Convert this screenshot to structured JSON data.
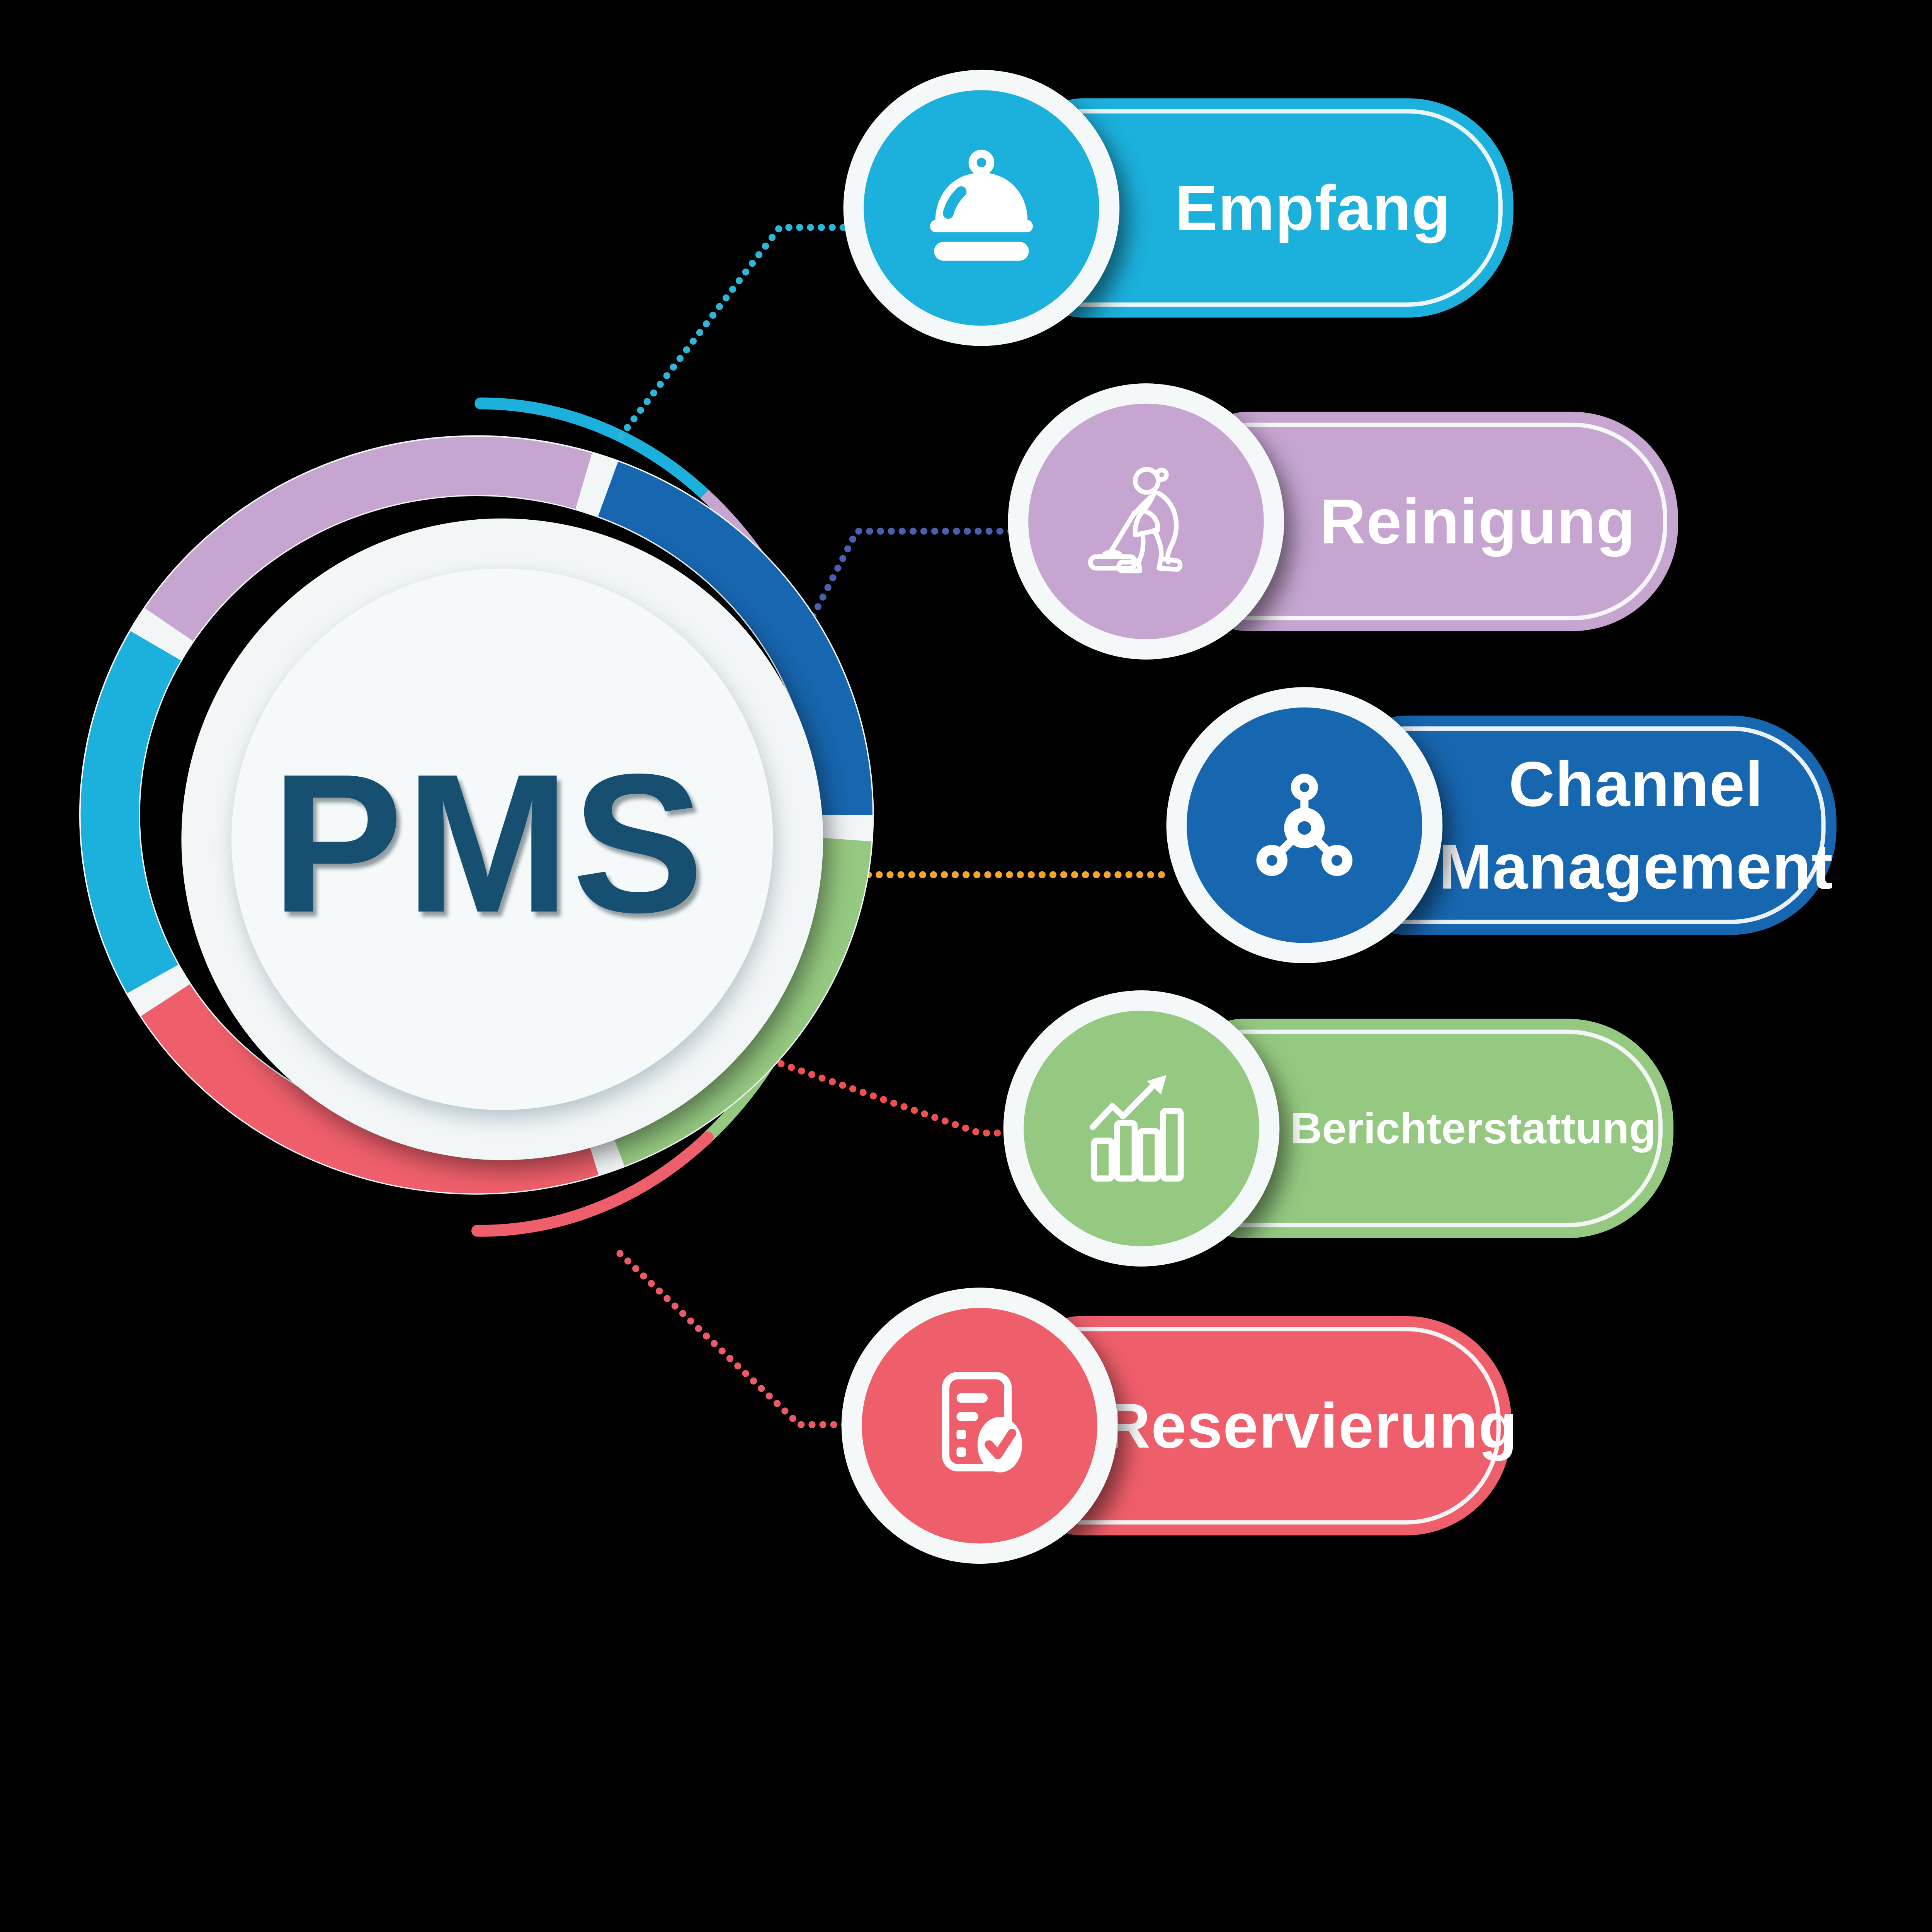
{
  "center": {
    "label": "PMS"
  },
  "items": [
    {
      "label": "Empfang",
      "icon": "cloche-icon",
      "color": "cyan"
    },
    {
      "label": "Reinigung",
      "icon": "housekeeping-icon",
      "color": "lilac"
    },
    {
      "label": "Channel Management",
      "label_line1": "Channel",
      "label_line2": "Management",
      "icon": "network-icon",
      "color": "blue"
    },
    {
      "label": "Berichterstattung",
      "icon": "bar-chart-icon",
      "color": "green"
    },
    {
      "label": "Reservierung",
      "icon": "checklist-icon",
      "color": "red"
    }
  ],
  "ring_segment_order": [
    "lilac",
    "blue",
    "green",
    "red",
    "cyan"
  ],
  "colors": {
    "background": "#000000",
    "circle_fill": "#f2f6f7",
    "plate_fill": "#f5f9fa",
    "center_text": "#17506f",
    "white": "#ffffff",
    "cyan": "#1cb0dd",
    "lilac": "#c6a5d1",
    "blue": "#1766b0",
    "green": "#95c981",
    "red": "#ef5f6b",
    "connector_cyan": "#2cb7da",
    "connector_blue": "#4a5fae",
    "connector_orange": "#f6a52c",
    "connector_red": "#f05050",
    "connector_pink": "#ee5a64"
  }
}
